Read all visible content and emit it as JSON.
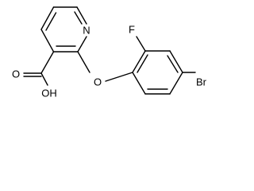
{
  "molecule": {
    "atoms": {
      "nitrogen": "N",
      "fluorine": "F",
      "ether_oxygen": "O",
      "bromine": "Br",
      "carbonyl_oxygen": "O",
      "hydroxyl": "OH"
    }
  }
}
